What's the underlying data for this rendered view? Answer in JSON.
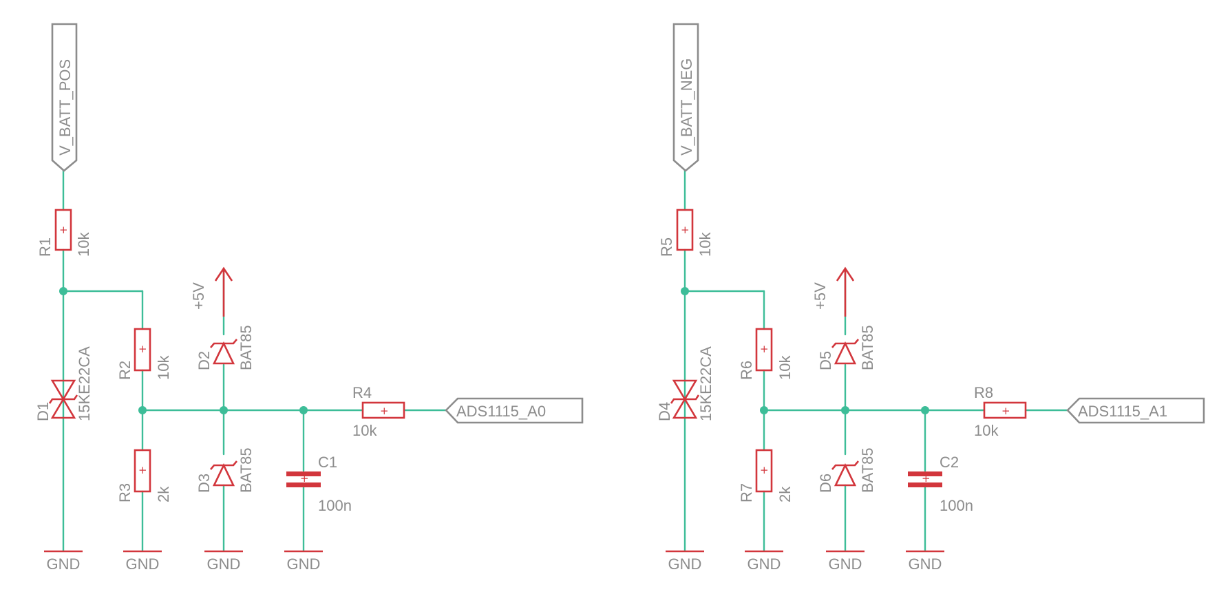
{
  "colors": {
    "wire": "#3dbd98",
    "part": "#d2363c",
    "label": "#8c8c8c",
    "background": "#ffffff"
  },
  "circuits": [
    {
      "input_net": "V_BATT_POS",
      "output_net": "ADS1115_A0",
      "supply": "+5V",
      "grounds": [
        "GND",
        "GND",
        "GND",
        "GND"
      ],
      "r_in": {
        "name": "R1",
        "value": "10k"
      },
      "tvs": {
        "name": "D1",
        "value": "15KE22CA"
      },
      "r_top": {
        "name": "R2",
        "value": "10k"
      },
      "r_bottom": {
        "name": "R3",
        "value": "2k"
      },
      "d_high": {
        "name": "D2",
        "value": "BAT85"
      },
      "d_low": {
        "name": "D3",
        "value": "BAT85"
      },
      "cap": {
        "name": "C1",
        "value": "100n"
      },
      "r_out": {
        "name": "R4",
        "value": "10k"
      }
    },
    {
      "input_net": "V_BATT_NEG",
      "output_net": "ADS1115_A1",
      "supply": "+5V",
      "grounds": [
        "GND",
        "GND",
        "GND",
        "GND"
      ],
      "r_in": {
        "name": "R5",
        "value": "10k"
      },
      "tvs": {
        "name": "D4",
        "value": "15KE22CA"
      },
      "r_top": {
        "name": "R6",
        "value": "10k"
      },
      "r_bottom": {
        "name": "R7",
        "value": "2k"
      },
      "d_high": {
        "name": "D5",
        "value": "BAT85"
      },
      "d_low": {
        "name": "D6",
        "value": "BAT85"
      },
      "cap": {
        "name": "C2",
        "value": "100n"
      },
      "r_out": {
        "name": "R8",
        "value": "10k"
      }
    }
  ]
}
